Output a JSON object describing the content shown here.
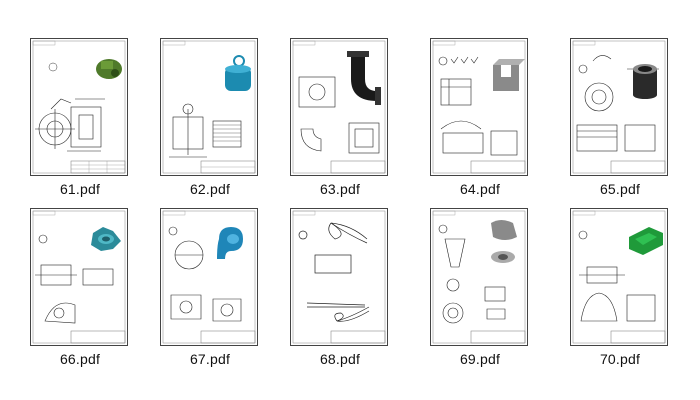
{
  "files": [
    {
      "name": "61.pdf",
      "model": "green-gear"
    },
    {
      "name": "62.pdf",
      "model": "blue-weight"
    },
    {
      "name": "63.pdf",
      "model": "black-elbow"
    },
    {
      "name": "64.pdf",
      "model": "gray-block"
    },
    {
      "name": "65.pdf",
      "model": "black-cylinder"
    },
    {
      "name": "66.pdf",
      "model": "teal-flange"
    },
    {
      "name": "67.pdf",
      "model": "blue-pipe"
    },
    {
      "name": "68.pdf",
      "model": "sheep-shears"
    },
    {
      "name": "69.pdf",
      "model": "gray-parts"
    },
    {
      "name": "70.pdf",
      "model": "green-bracket"
    }
  ],
  "colors": {
    "green-gear": "#4f7a2a",
    "blue-weight": "#1c8bb0",
    "black-elbow": "#1a1a1a",
    "gray-block": "#8a8a8a",
    "black-cylinder": "#2a2a2a",
    "teal-flange": "#2b8b9a",
    "blue-pipe": "#1f86b8",
    "green-bracket": "#1f9a3a"
  }
}
